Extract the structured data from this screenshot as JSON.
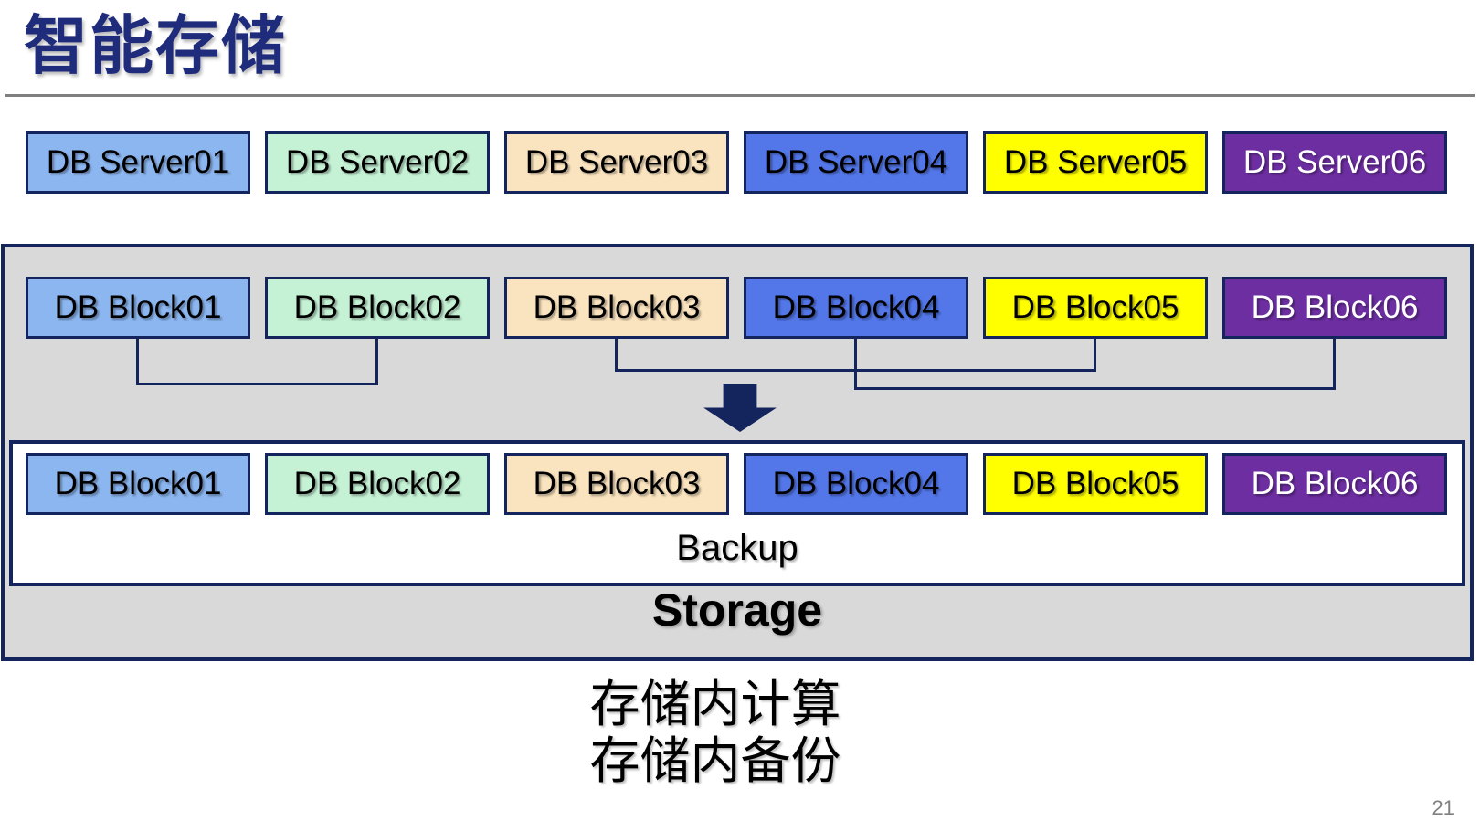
{
  "title": "智能存储",
  "page_number": "21",
  "captions": [
    "存储内计算",
    "存储内备份"
  ],
  "backup_label": "Backup",
  "storage_label": "Storage",
  "colors": {
    "title": "#1F2B7B",
    "navy": "#14245C",
    "arrow": "#14245C",
    "gray": "#D9D9D9",
    "divider": "#7F7F7F",
    "pagenum": "#808080"
  },
  "servers": [
    {
      "label": "DB Server01",
      "fill": "#8CB6F0",
      "text": "#000000"
    },
    {
      "label": "DB Server02",
      "fill": "#C5F1D5",
      "text": "#000000"
    },
    {
      "label": "DB Server03",
      "fill": "#FAE3BF",
      "text": "#000000"
    },
    {
      "label": "DB Server04",
      "fill": "#5377E9",
      "text": "#000000"
    },
    {
      "label": "DB Server05",
      "fill": "#FFFF00",
      "text": "#000000"
    },
    {
      "label": "DB Server06",
      "fill": "#6C2EA0",
      "text": "#FFFFFF"
    }
  ],
  "blocks_source": [
    {
      "label": "DB Block01",
      "fill": "#8CB6F0",
      "text": "#000000"
    },
    {
      "label": "DB Block02",
      "fill": "#C5F1D5",
      "text": "#000000"
    },
    {
      "label": "DB Block03",
      "fill": "#FAE3BF",
      "text": "#000000"
    },
    {
      "label": "DB Block04",
      "fill": "#5377E9",
      "text": "#000000"
    },
    {
      "label": "DB Block05",
      "fill": "#FFFF00",
      "text": "#000000"
    },
    {
      "label": "DB Block06",
      "fill": "#6C2EA0",
      "text": "#FFFFFF"
    }
  ],
  "blocks_backup": [
    {
      "label": "DB Block01",
      "fill": "#8CB6F0",
      "text": "#000000"
    },
    {
      "label": "DB Block02",
      "fill": "#C5F1D5",
      "text": "#000000"
    },
    {
      "label": "DB Block03",
      "fill": "#FAE3BF",
      "text": "#000000"
    },
    {
      "label": "DB Block04",
      "fill": "#5377E9",
      "text": "#000000"
    },
    {
      "label": "DB Block05",
      "fill": "#FFFF00",
      "text": "#000000"
    },
    {
      "label": "DB Block06",
      "fill": "#6C2EA0",
      "text": "#FFFFFF"
    }
  ]
}
